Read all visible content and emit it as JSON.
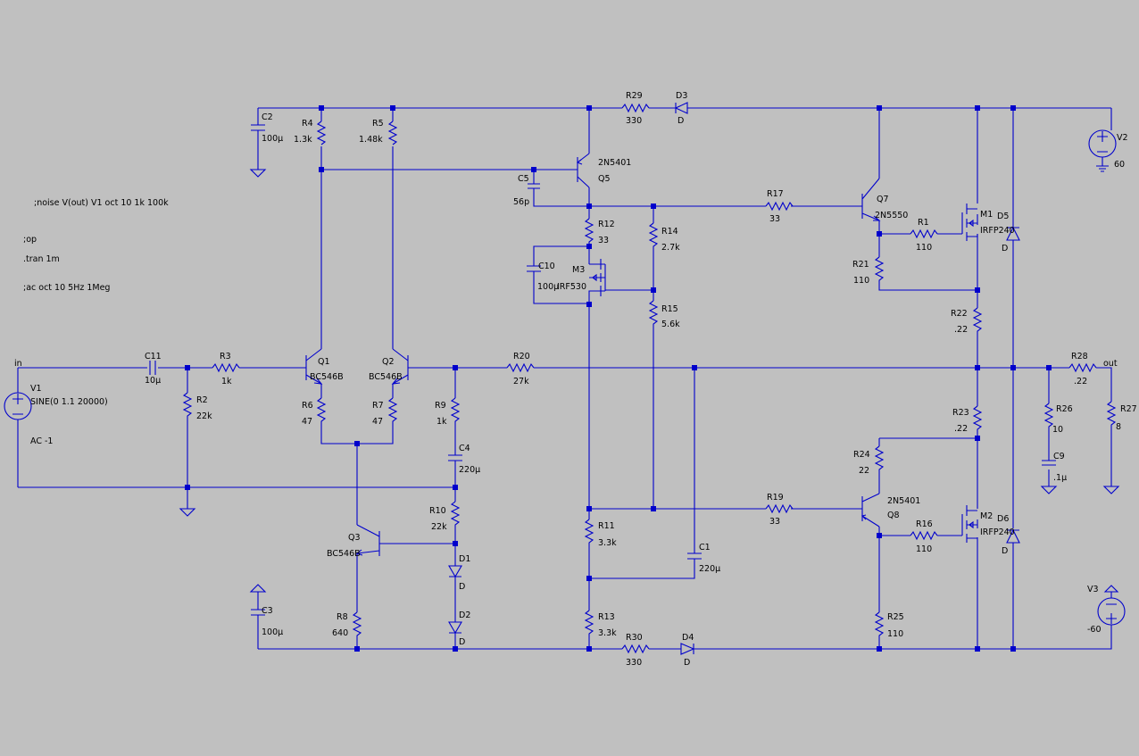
{
  "colors": {
    "background": "#c0c0c0",
    "wire": "#0000cc",
    "text": "#000000"
  },
  "directives": [
    ";noise V(out) V1 oct 10 1k 100k",
    ";op",
    ".tran 1m",
    ";ac oct 10 5Hz 1Meg"
  ],
  "ports": {
    "in": "in",
    "out": "out"
  },
  "sources": {
    "V1": {
      "name": "V1",
      "value": "SINE(0 1.1 20000)",
      "ac": "AC -1"
    },
    "V2": {
      "name": "V2",
      "value": "60"
    },
    "V3": {
      "name": "V3",
      "value": "-60"
    }
  },
  "resistors": {
    "R1": {
      "name": "R1",
      "value": "110"
    },
    "R2": {
      "name": "R2",
      "value": "22k"
    },
    "R3": {
      "name": "R3",
      "value": "1k"
    },
    "R4": {
      "name": "R4",
      "value": "1.3k"
    },
    "R5": {
      "name": "R5",
      "value": "1.48k"
    },
    "R6": {
      "name": "R6",
      "value": "47"
    },
    "R7": {
      "name": "R7",
      "value": "47"
    },
    "R8": {
      "name": "R8",
      "value": "640"
    },
    "R9": {
      "name": "R9",
      "value": "1k"
    },
    "R10": {
      "name": "R10",
      "value": "22k"
    },
    "R11": {
      "name": "R11",
      "value": "3.3k"
    },
    "R12": {
      "name": "R12",
      "value": "33"
    },
    "R13": {
      "name": "R13",
      "value": "3.3k"
    },
    "R14": {
      "name": "R14",
      "value": "2.7k"
    },
    "R15": {
      "name": "R15",
      "value": "5.6k"
    },
    "R16": {
      "name": "R16",
      "value": "110"
    },
    "R17": {
      "name": "R17",
      "value": "33"
    },
    "R19": {
      "name": "R19",
      "value": "33"
    },
    "R20": {
      "name": "R20",
      "value": "27k"
    },
    "R21": {
      "name": "R21",
      "value": "110"
    },
    "R22": {
      "name": "R22",
      "value": ".22"
    },
    "R23": {
      "name": "R23",
      "value": ".22"
    },
    "R24": {
      "name": "R24",
      "value": "22"
    },
    "R25": {
      "name": "R25",
      "value": "110"
    },
    "R26": {
      "name": "R26",
      "value": "10"
    },
    "R27": {
      "name": "R27",
      "value": "8"
    },
    "R28": {
      "name": "R28",
      "value": ".22"
    },
    "R29": {
      "name": "R29",
      "value": "330"
    },
    "R30": {
      "name": "R30",
      "value": "330"
    }
  },
  "capacitors": {
    "C1": {
      "name": "C1",
      "value": "220µ"
    },
    "C2": {
      "name": "C2",
      "value": "100µ"
    },
    "C3": {
      "name": "C3",
      "value": "100µ"
    },
    "C4": {
      "name": "C4",
      "value": "220µ"
    },
    "C5": {
      "name": "C5",
      "value": "56p"
    },
    "C9": {
      "name": "C9",
      "value": ".1µ"
    },
    "C10": {
      "name": "C10",
      "value": "100µ"
    },
    "C11": {
      "name": "C11",
      "value": "10µ"
    }
  },
  "diodes": {
    "D1": {
      "name": "D1",
      "value": "D"
    },
    "D2": {
      "name": "D2",
      "value": "D"
    },
    "D3": {
      "name": "D3",
      "value": "D"
    },
    "D4": {
      "name": "D4",
      "value": "D"
    },
    "D5": {
      "name": "D5",
      "value": "D"
    },
    "D6": {
      "name": "D6",
      "value": "D"
    }
  },
  "transistors": {
    "Q1": {
      "name": "Q1",
      "model": "BC546B"
    },
    "Q2": {
      "name": "Q2",
      "model": "BC546B"
    },
    "Q3": {
      "name": "Q3",
      "model": "BC546B"
    },
    "Q5": {
      "name": "Q5",
      "model": "2N5401"
    },
    "Q7": {
      "name": "Q7",
      "model": "2N5550"
    },
    "Q8": {
      "name": "Q8",
      "model": "2N5401"
    },
    "M1": {
      "name": "M1",
      "model": "IRFP240"
    },
    "M2": {
      "name": "M2",
      "model": "IRFP240"
    },
    "M3": {
      "name": "M3",
      "model": "IRF530"
    }
  }
}
